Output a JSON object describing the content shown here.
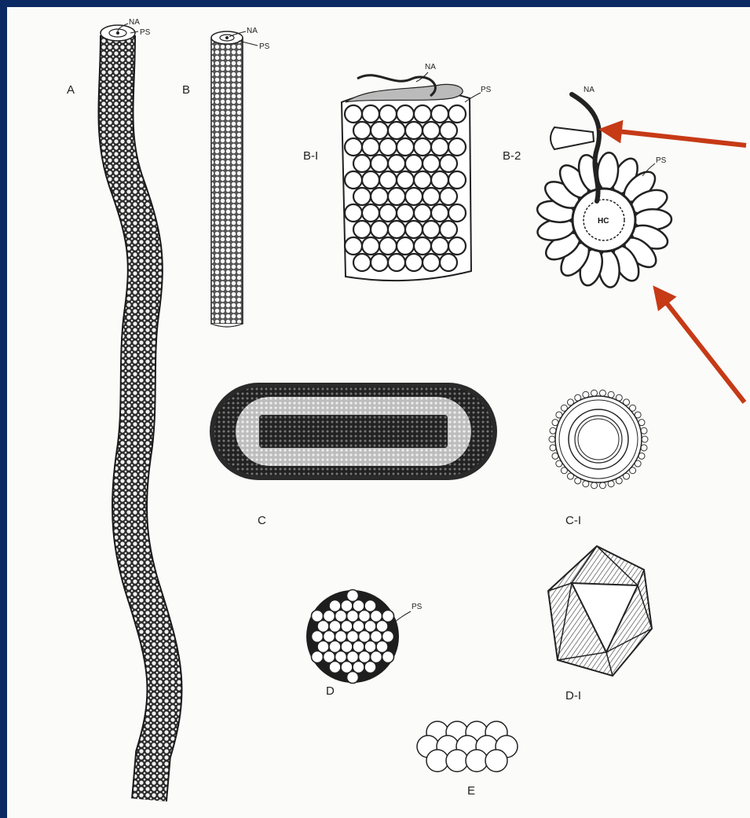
{
  "labels": {
    "A": "A",
    "B": "B",
    "B1": "B-I",
    "B2": "B-2",
    "C": "C",
    "C1": "C-I",
    "D": "D",
    "D1": "D-I",
    "E": "E",
    "NA": "NA",
    "PS": "PS",
    "HC": "HC"
  },
  "colors": {
    "frame": "#0b2a63",
    "paper": "#fbfbfa",
    "ink": "#1a1a1a",
    "arrow": "#c63a16"
  }
}
